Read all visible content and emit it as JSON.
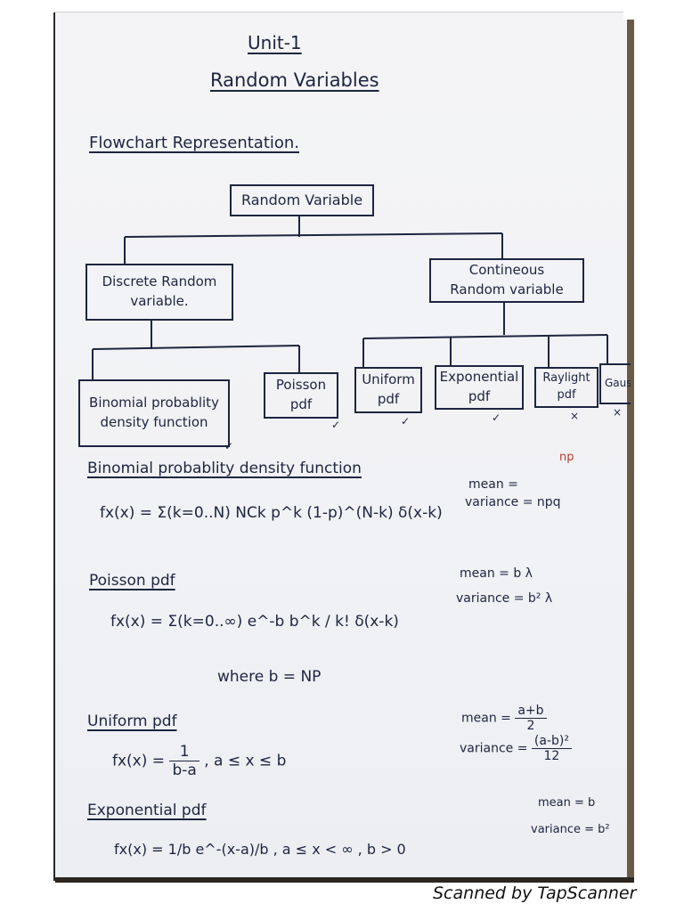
{
  "header": {
    "unit": "Unit-1",
    "title": "Random Variables"
  },
  "flowchart": {
    "heading": "Flowchart Representation.",
    "root": "Random Variable",
    "discrete": "Discrete Random variable.",
    "continuous": "Contineous Random variable",
    "discrete_children": [
      "Binomial probablity density function",
      "Poisson pdf"
    ],
    "continuous_children": [
      "Uniform pdf",
      "Exponential pdf",
      "Raylight pdf",
      "Gaus"
    ],
    "marks": [
      "✓",
      "✓",
      "✓",
      "✓",
      "×",
      "×"
    ]
  },
  "binomial": {
    "heading": "Binomial probablity density function",
    "formula": "fx(x) = Σ(k=0..N) NCk p^k (1-p)^(N-k) δ(x-k)",
    "mean_label": "mean =",
    "mean_value": "np",
    "variance": "variance = npq"
  },
  "poisson": {
    "heading": "Poisson pdf",
    "formula": "fx(x) = Σ(k=0..∞) e^-b b^k / k! δ(x-k)",
    "where": "where b = NP",
    "mean": "mean = b λ",
    "variance": "variance = b² λ"
  },
  "uniform": {
    "heading": "Uniform pdf",
    "formula_lhs": "fx(x) =",
    "formula_num": "1",
    "formula_den": "b-a",
    "condition": ", a ≤ x ≤ b",
    "mean_label": "mean =",
    "mean_num": "a+b",
    "mean_den": "2",
    "variance_label": "variance =",
    "variance_num": "(a-b)²",
    "variance_den": "12"
  },
  "exponential": {
    "heading": "Exponential pdf",
    "formula": "fx(x) = 1/b e^-(x-a)/b ,   a ≤ x < ∞ ,  b > 0",
    "mean": "mean = b",
    "variance": "variance = b²"
  },
  "footer": {
    "text": "Scanned by TapScanner"
  }
}
